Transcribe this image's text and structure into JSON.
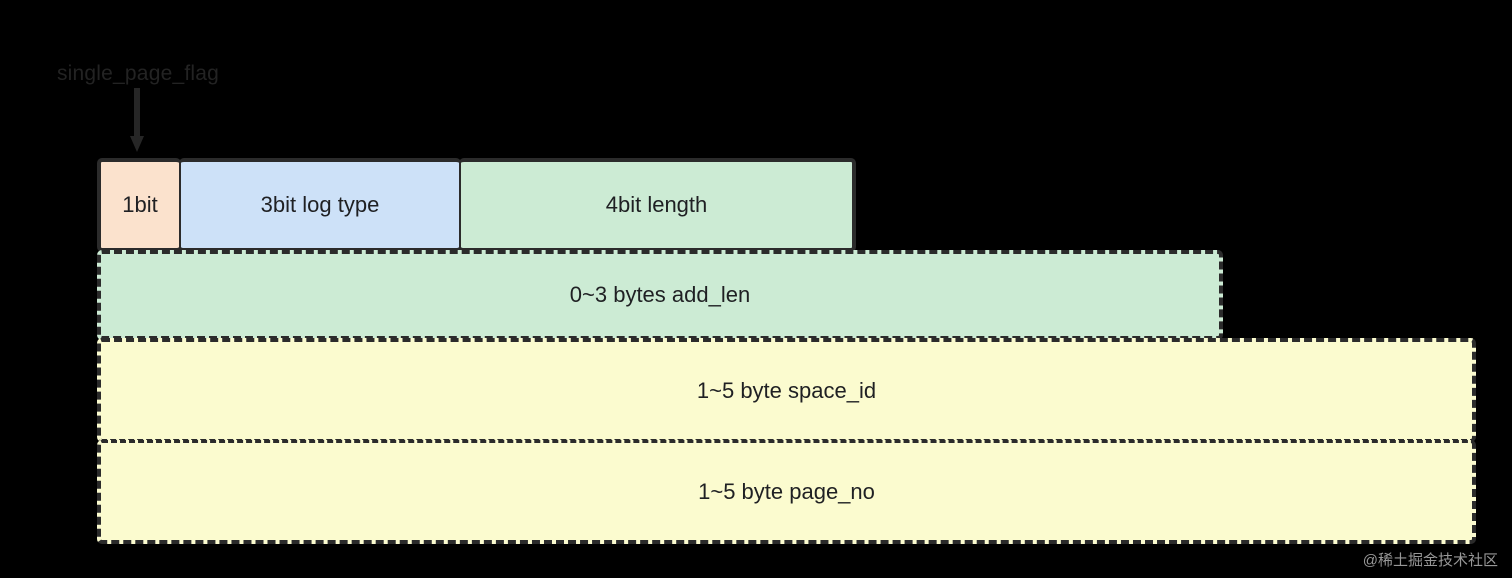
{
  "diagram": {
    "title_annotation": "single_page_flag",
    "background_color": "#000000",
    "rows": [
      {
        "name": "header-bits-row",
        "cells": [
          {
            "label": "1bit",
            "color": "#fbe2cd",
            "border": "solid"
          },
          {
            "label": "3bit log type",
            "color": "#cde1f8",
            "border": "solid"
          },
          {
            "label": "4bit length",
            "color": "#ccebd4",
            "border": "solid"
          }
        ]
      },
      {
        "name": "add-len-row",
        "cells": [
          {
            "label": "0~3 bytes add_len",
            "color": "#ccebd4",
            "border": "dashed"
          }
        ]
      },
      {
        "name": "space-id-row",
        "cells": [
          {
            "label": "1~5 byte space_id",
            "color": "#fbfbcf",
            "border": "dashed"
          }
        ]
      },
      {
        "name": "page-no-row",
        "cells": [
          {
            "label": "1~5 byte page_no",
            "color": "#fbfbcf",
            "border": "dashed"
          }
        ]
      }
    ]
  },
  "watermark": {
    "text": "@稀土掘金技术社区"
  }
}
